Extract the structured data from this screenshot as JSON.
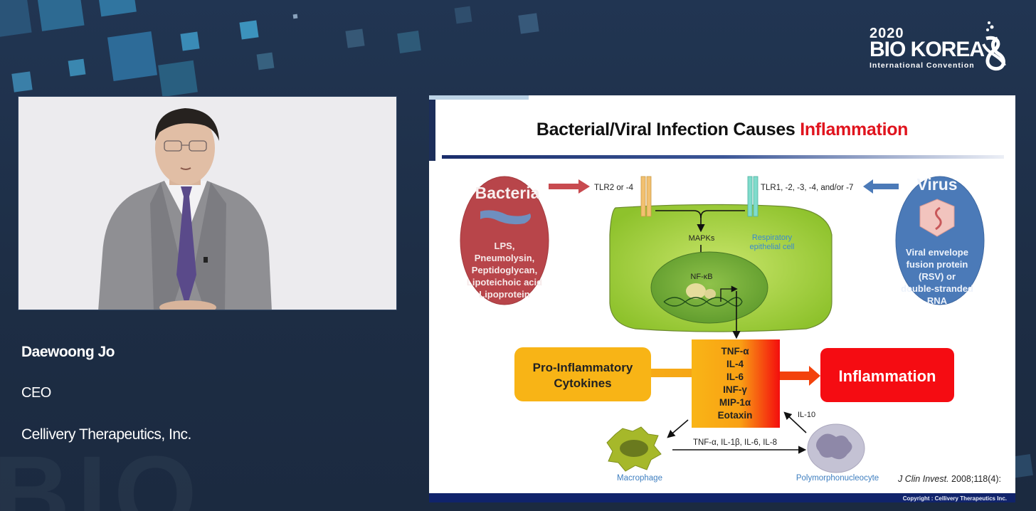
{
  "event": {
    "logo_year": "2020",
    "logo_name": "BIO KOREA",
    "logo_subtitle": "International Convention",
    "background_watermark": "BIO"
  },
  "speaker": {
    "name": "Daewoong Jo",
    "title": "CEO",
    "organization": "Cellivery Therapeutics, Inc."
  },
  "slide": {
    "title_main": "Bacterial/Viral Infection Causes ",
    "title_highlight": "Inflammation",
    "bacteria": {
      "label": "Bacteria",
      "items": [
        "LPS,",
        "Pneumolysin,",
        "Peptidoglycan,",
        "Lipoteichoic acid",
        "Lipoprotein"
      ]
    },
    "virus": {
      "label": "Virus",
      "items": [
        "Viral envelope",
        "fusion protein",
        "(RSV) or",
        "double-stranded",
        "RNA"
      ]
    },
    "receptors": {
      "left": "TLR2 or -4",
      "right": "TLR1, -2, -3, -4, and/or -7"
    },
    "cell": {
      "mapks": "MAPKs",
      "nfkb": "NF-κB",
      "cell_label_1": "Respiratory",
      "cell_label_2": "epithelial cell"
    },
    "cytokines_box": {
      "label_1": "Pro-Inflammatory",
      "label_2": "Cytokines"
    },
    "cytokine_list": [
      "TNF-α",
      "IL-4",
      "IL-6",
      "INF-γ",
      "MIP-1α",
      "Eotaxin"
    ],
    "inflammation_label": "Inflammation",
    "il10_label": "IL-10",
    "macrophage_label": "Macrophage",
    "pmn_label": "Polymorphonucleocyte",
    "macrophage_to_pmn": "TNF-α, IL-1β, IL-6, IL-8",
    "citation_journal": "J Clin Invest.",
    "citation_rest": " 2008;118(4):",
    "copyright": "Copyright : Cellivery Therapeutics Inc."
  },
  "colors": {
    "background": "#1f3049",
    "bacteria_red": "#b8454a",
    "virus_blue": "#4b7ab8",
    "cell_green": "#9ccc3c",
    "cytokine_orange": "#f8b416",
    "inflammation_red": "#f50c12",
    "title_red": "#e0141e",
    "footer_navy": "#10236b"
  }
}
